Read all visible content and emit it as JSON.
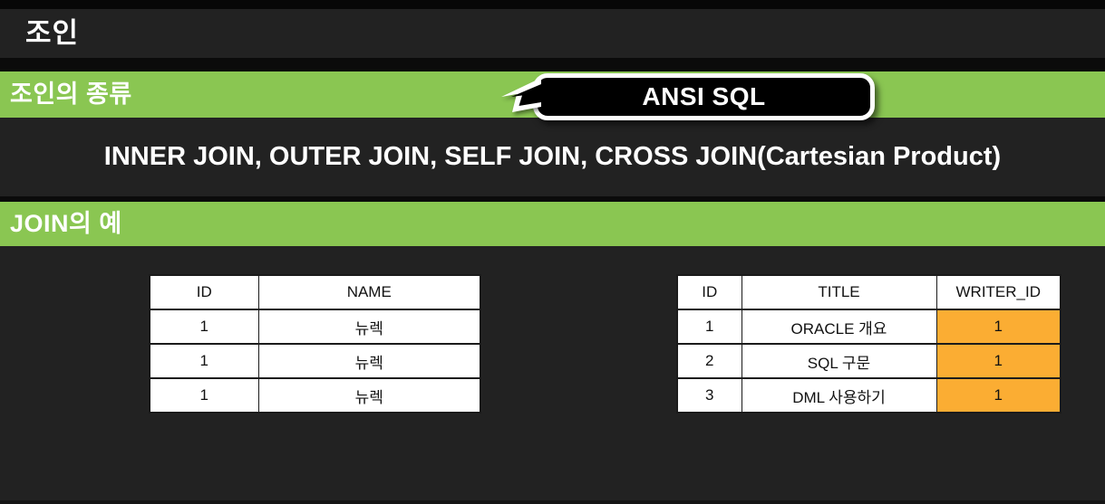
{
  "slide": {
    "title": "조인",
    "sections": {
      "types_header": "조인의 종류",
      "examples_header": "JOIN의 예"
    },
    "callout": {
      "label": "ANSI SQL"
    },
    "join_types_line": "INNER JOIN, OUTER JOIN, SELF JOIN, CROSS JOIN(Cartesian Product)"
  },
  "colors": {
    "accent_green": "#8AC652",
    "highlight_orange": "#FBAD33",
    "background_dark": "#222222",
    "callout_black": "#000000",
    "text_white": "#FFFFFF"
  },
  "tables": {
    "writers": {
      "headers": [
        "ID",
        "NAME"
      ],
      "rows": [
        [
          "1",
          "뉴렉"
        ],
        [
          "1",
          "뉴렉"
        ],
        [
          "1",
          "뉴렉"
        ]
      ]
    },
    "posts": {
      "headers": [
        "ID",
        "TITLE",
        "WRITER_ID"
      ],
      "rows": [
        [
          "1",
          "ORACLE 개요",
          "1"
        ],
        [
          "2",
          "SQL 구문",
          "1"
        ],
        [
          "3",
          "DML 사용하기",
          "1"
        ]
      ]
    }
  }
}
